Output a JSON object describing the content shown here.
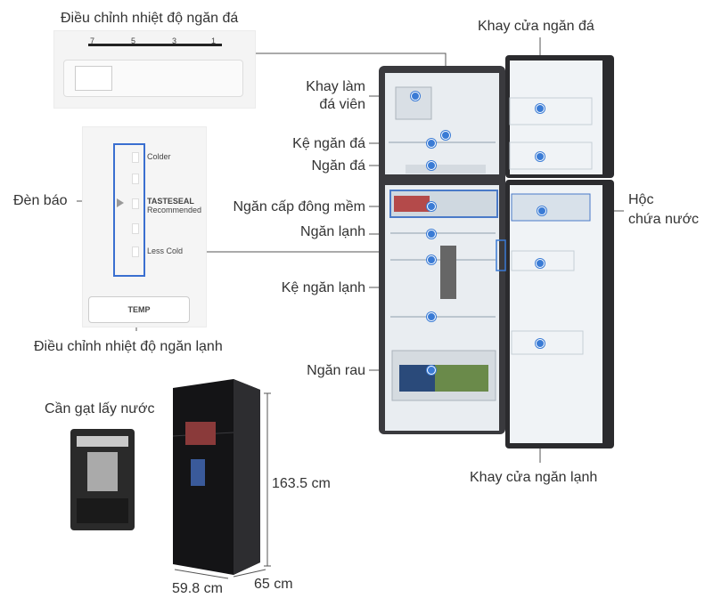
{
  "labels": {
    "ice_temp_control": "Điều chỉnh nhiệt độ ngăn đá",
    "ice_tray_door": "Khay cửa ngăn đá",
    "ice_maker_line1": "Khay làm",
    "ice_maker_line2": "đá viên",
    "freezer_shelf": "Kệ ngăn đá",
    "freezer_compartment": "Ngăn đá",
    "indicator_light": "Đèn báo",
    "soft_freeze": "Ngăn cấp đông mềm",
    "water_box_line1": "Hộc",
    "water_box_line2": "chứa nước",
    "fridge_compartment": "Ngăn lạnh",
    "fridge_shelf": "Kệ ngăn lạnh",
    "fridge_temp_control": "Điều chỉnh nhiệt độ ngăn lạnh",
    "crisper": "Ngăn rau",
    "water_lever": "Cần gạt lấy nước",
    "fridge_tray_door": "Khay cửa ngăn lạnh"
  },
  "ice_dial": {
    "marks": [
      "7",
      "5",
      "3",
      "1"
    ]
  },
  "temp_panel": {
    "colder": "Colder",
    "tasteseal": "TASTESEAL",
    "recommended": "Recommended",
    "less_cold": "Less Cold",
    "button": "TEMP"
  },
  "dimensions": {
    "height": "163.5 cm",
    "width": "59.8 cm",
    "depth": "65 cm"
  },
  "colors": {
    "accent_blue": "#3a7bd5",
    "fridge_body": "#2b2b2e",
    "leader_line": "#555555"
  }
}
